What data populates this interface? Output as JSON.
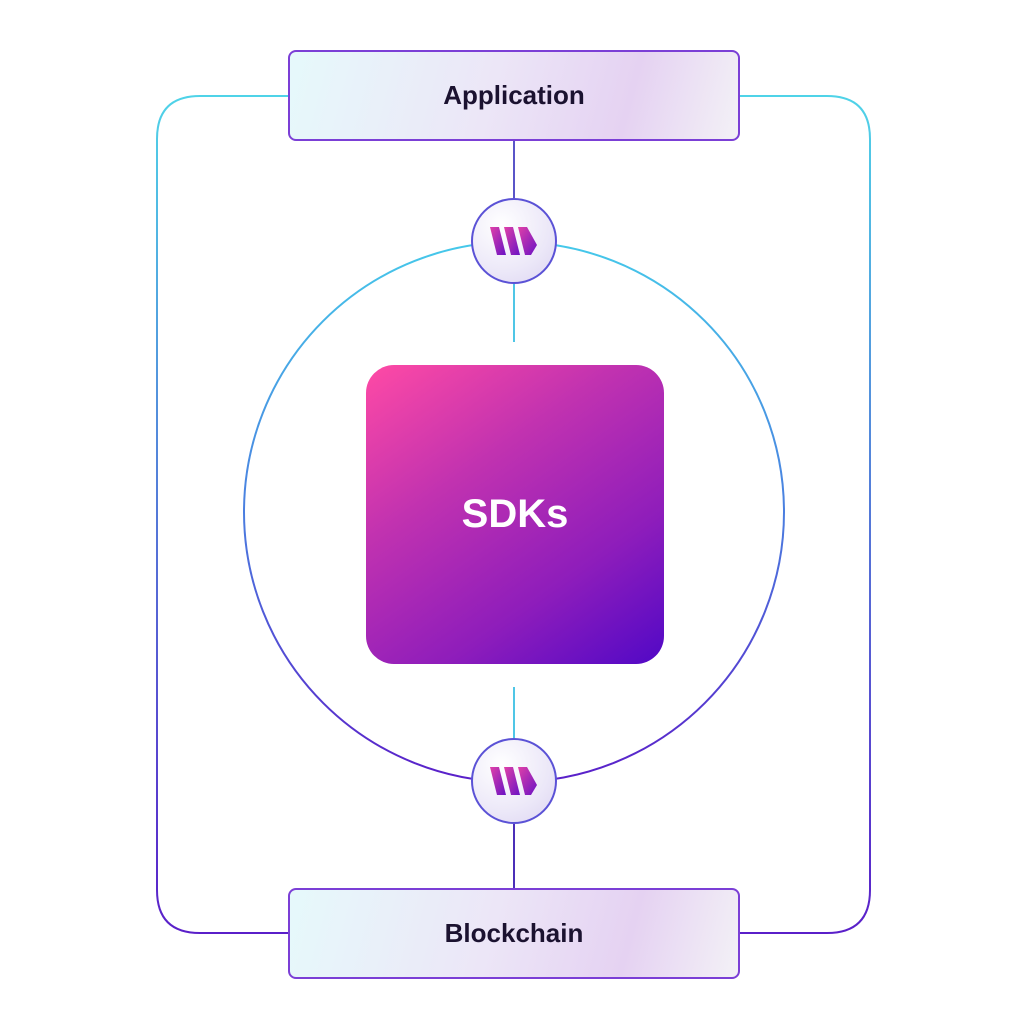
{
  "boxes": {
    "application": "Application",
    "sdks": "SDKs",
    "blockchain": "Blockchain"
  },
  "colors": {
    "line_start": "#4fd3e8",
    "line_end": "#5a1fc9",
    "sdk_gradient_start": "#ff4aa5",
    "sdk_gradient_end": "#5108c6",
    "logo_start": "#e040a8",
    "logo_end": "#6a12c4"
  },
  "icons": {
    "node_logo": "w-logo-icon"
  }
}
